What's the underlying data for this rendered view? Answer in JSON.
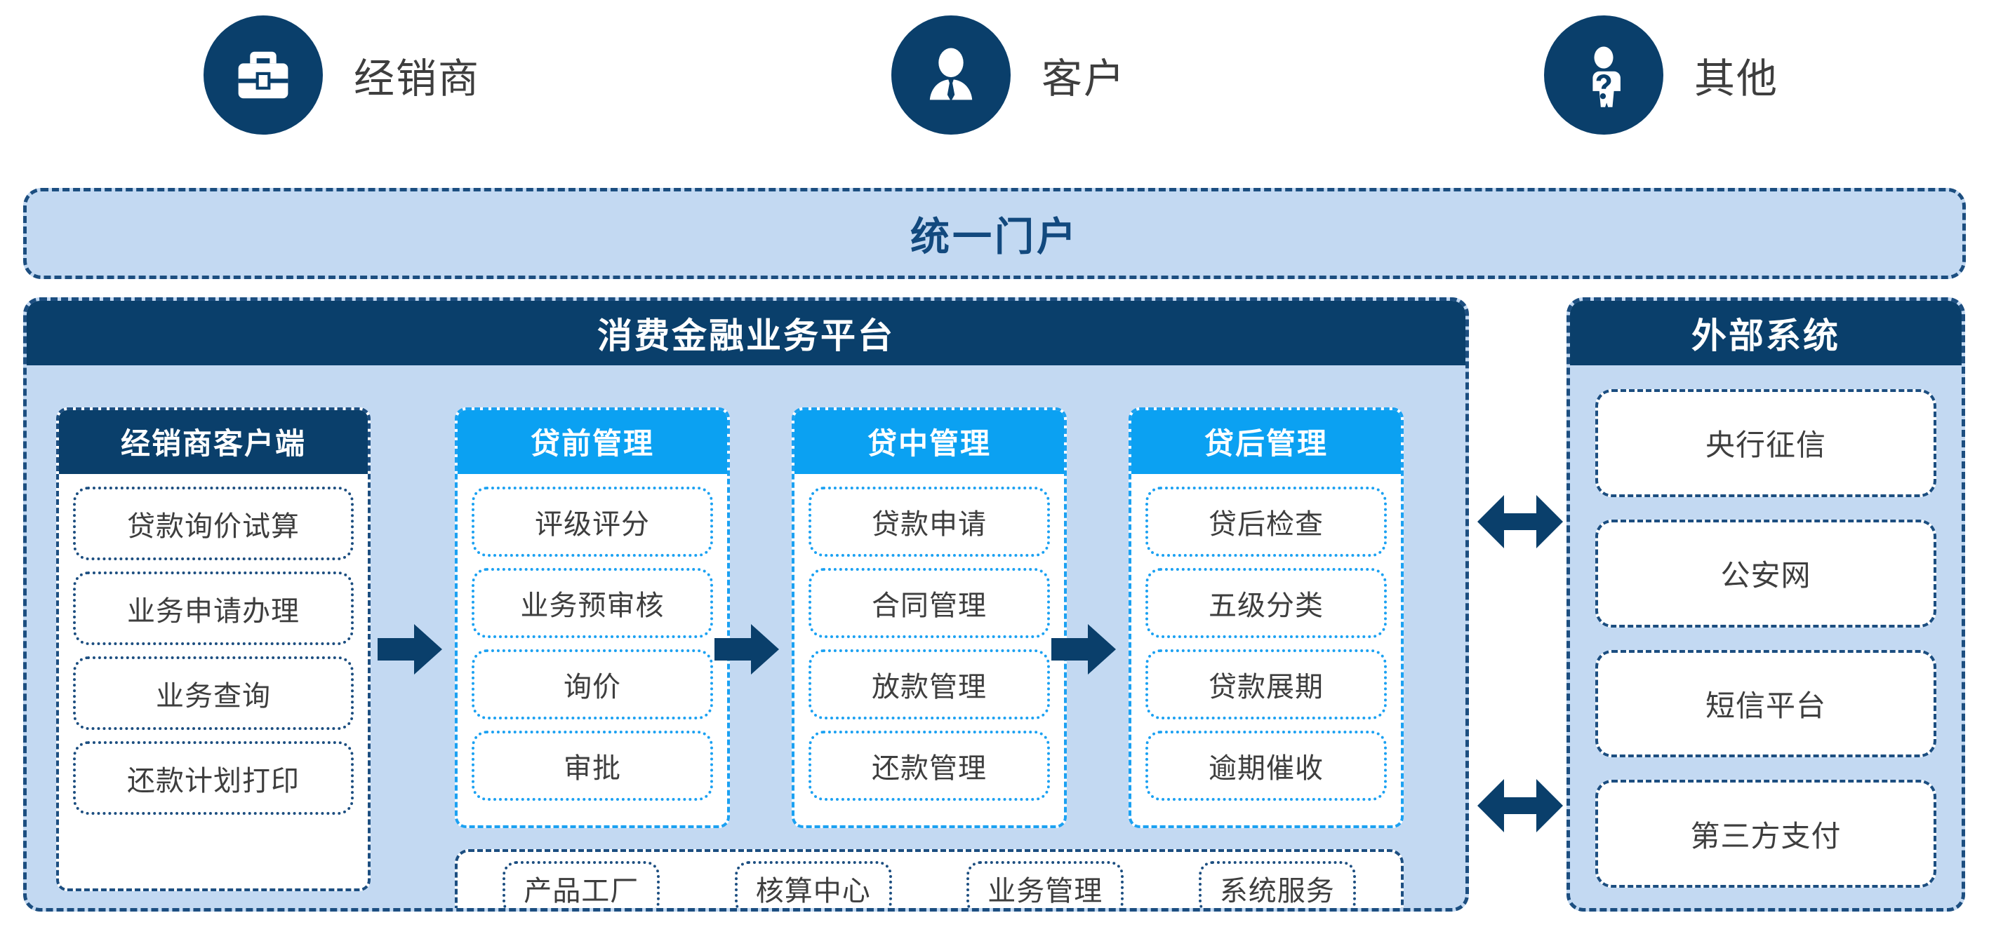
{
  "actors": [
    {
      "id": "dealer",
      "label": "经销商",
      "icon": "briefcase-icon"
    },
    {
      "id": "customer",
      "label": "客户",
      "icon": "business-person-icon"
    },
    {
      "id": "other",
      "label": "其他",
      "icon": "person-question-icon"
    }
  ],
  "portal": {
    "title": "统一门户"
  },
  "platform": {
    "title": "消费金融业务平台",
    "stages": [
      {
        "id": "dealer-client",
        "title": "经销商客户端",
        "items": [
          "贷款询价试算",
          "业务申请办理",
          "业务查询",
          "还款计划打印"
        ]
      },
      {
        "id": "pre-loan",
        "title": "贷前管理",
        "items": [
          "评级评分",
          "业务预审核",
          "询价",
          "审批"
        ]
      },
      {
        "id": "in-loan",
        "title": "贷中管理",
        "items": [
          "贷款申请",
          "合同管理",
          "放款管理",
          "还款管理"
        ]
      },
      {
        "id": "post-loan",
        "title": "贷后管理",
        "items": [
          "贷后检查",
          "五级分类",
          "贷款展期",
          "逾期催收"
        ]
      }
    ],
    "services": [
      "产品工厂",
      "核算中心",
      "业务管理",
      "系统服务"
    ]
  },
  "external": {
    "title": "外部系统",
    "items": [
      "央行征信",
      "公安网",
      "短信平台",
      "第三方支付"
    ]
  },
  "arrows": {
    "flow": "arrow-right-icon",
    "link": "arrow-left-right-icon"
  },
  "colors": {
    "navy": "#0A3F6B",
    "bright_blue": "#0BA1F2",
    "light_blue_panel": "#C3D9F2",
    "dashed_border": "#1C4E80",
    "text_dark": "#3E3E3E",
    "portal_title": "#12497E",
    "white": "#FFFFFF"
  }
}
